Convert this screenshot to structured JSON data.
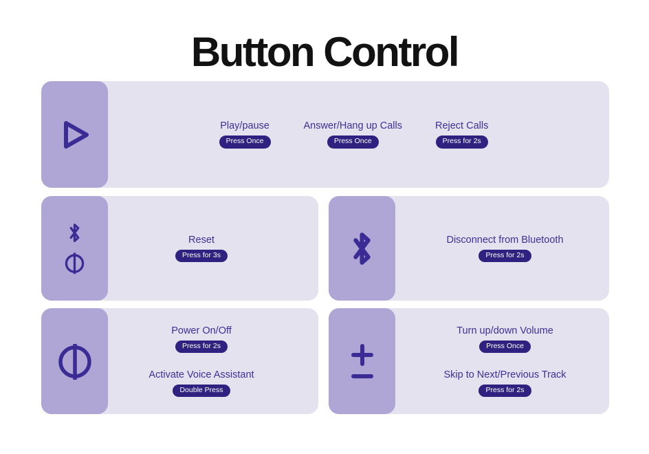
{
  "title": "Button Control",
  "colors": {
    "background": "#ffffff",
    "title": "#121212",
    "card_bg": "#e5e2f0",
    "tile_bg": "#b0a6d5",
    "icon_stroke": "#3b2b94",
    "accent_text": "#3f2f97",
    "pill_bg": "#2e2180",
    "pill_text": "#ffffff"
  },
  "icons": {
    "play": "play-icon",
    "reset": "bluetooth-icon + power-icon",
    "bluetooth": "bluetooth-icon",
    "power": "power-icon",
    "volume": "plus-icon + minus-icon"
  },
  "cards": [
    {
      "id": "play-card",
      "actions": [
        {
          "label": "Play/pause",
          "press": "Press Once"
        },
        {
          "label": "Answer/Hang up Calls",
          "press": "Press Once"
        },
        {
          "label": "Reject Calls",
          "press": "Press for 2s"
        }
      ]
    },
    {
      "id": "reset-card",
      "actions": [
        {
          "label": "Reset",
          "press": "Press for 3s"
        }
      ]
    },
    {
      "id": "bluetooth-card",
      "actions": [
        {
          "label": "Disconnect from Bluetooth",
          "press": "Press for 2s"
        }
      ]
    },
    {
      "id": "power-card",
      "actions": [
        {
          "label": "Power On/Off",
          "press": "Press for 2s"
        },
        {
          "label": "Activate Voice Assistant",
          "press": "Double Press"
        }
      ]
    },
    {
      "id": "volume-card",
      "actions": [
        {
          "label": "Turn up/down Volume",
          "press": "Press Once"
        },
        {
          "label": "Skip to Next/Previous Track",
          "press": "Press for 2s"
        }
      ]
    }
  ]
}
